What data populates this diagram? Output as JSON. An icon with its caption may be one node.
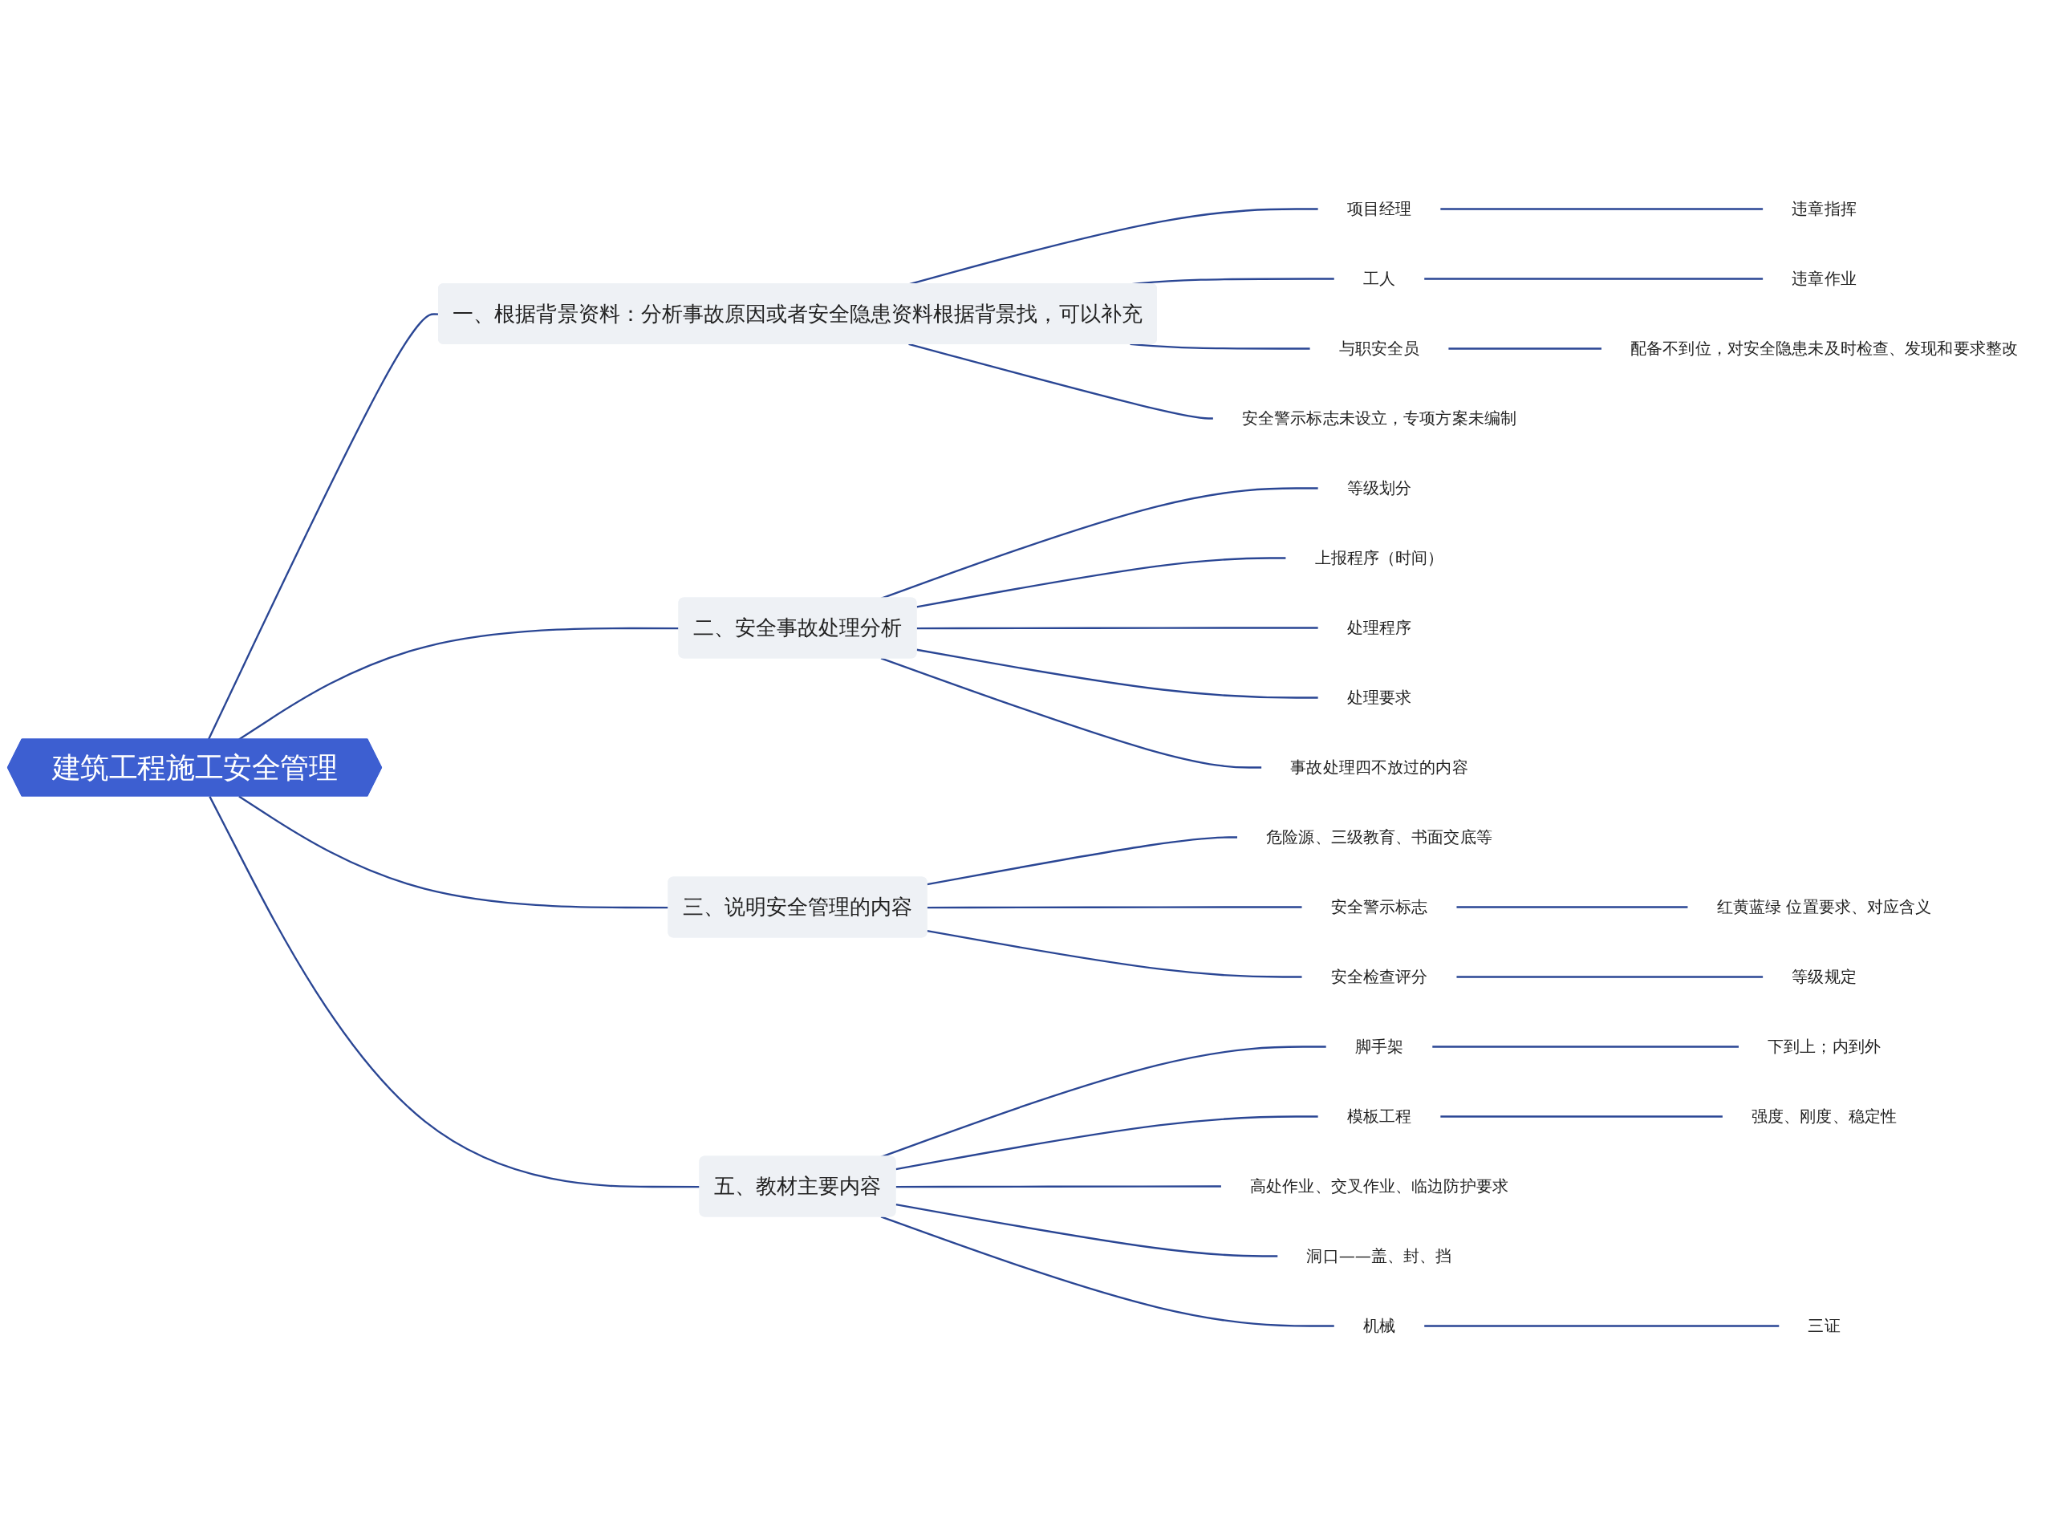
{
  "diagram": {
    "nodes": [
      {
        "text": [
          "建筑工程施工安全管理"
        ]
      },
      {
        "text": [
          "一、根据背景资料：分析事故原因或者安全隐患资料根据背景找，可以补充"
        ]
      },
      {
        "text": [
          "项目经理"
        ]
      },
      {
        "text": [
          "违章指挥"
        ]
      },
      {
        "text": [
          "工人"
        ]
      },
      {
        "text": [
          "违章作业"
        ]
      },
      {
        "text": [
          "与职安全员"
        ]
      },
      {
        "text": [
          "配备不到位，对安全隐患未及时检查、发现和要求整改"
        ]
      },
      {
        "text": [
          "安全警示标志未设立，专项方案未编制"
        ]
      },
      {
        "text": [
          "二、安全事故处理分析"
        ]
      },
      {
        "text": [
          "等级划分"
        ]
      },
      {
        "text": [
          "上报程序（时间）"
        ]
      },
      {
        "text": [
          "处理程序"
        ]
      },
      {
        "text": [
          "处理要求"
        ]
      },
      {
        "text": [
          "事故处理四不放过的内容"
        ]
      },
      {
        "text": [
          "三、说明安全管理的内容"
        ]
      },
      {
        "text": [
          "危险源、三级教育、书面交底等"
        ]
      },
      {
        "text": [
          "安全警示标志"
        ]
      },
      {
        "text": [
          "红黄蓝绿 位置要求、对应含义"
        ]
      },
      {
        "text": [
          "安全检查评分"
        ]
      },
      {
        "text": [
          "等级规定"
        ]
      },
      {
        "text": [
          "五、教材主要内容"
        ]
      },
      {
        "text": [
          "脚手架"
        ]
      },
      {
        "text": [
          "下到上；内到外"
        ]
      },
      {
        "text": [
          "模板工程"
        ]
      },
      {
        "text": [
          "强度、刚度、稳定性"
        ]
      },
      {
        "text": [
          "高处作业、交叉作业、临边防护要求"
        ]
      },
      {
        "text": [
          "洞口——盖、封、挡"
        ]
      },
      {
        "text": [
          "机械"
        ]
      },
      {
        "text": [
          "三证"
        ]
      }
    ],
    "edges": [
      {
        "from": 0,
        "to": 1,
        "arrow": "none"
      },
      {
        "from": 1,
        "to": 2,
        "arrow": "none"
      },
      {
        "from": 2,
        "to": 3,
        "arrow": "none"
      },
      {
        "from": 1,
        "to": 4,
        "arrow": "none"
      },
      {
        "from": 4,
        "to": 5,
        "arrow": "none"
      },
      {
        "from": 1,
        "to": 6,
        "arrow": "none"
      },
      {
        "from": 6,
        "to": 7,
        "arrow": "none"
      },
      {
        "from": 1,
        "to": 8,
        "arrow": "none"
      },
      {
        "from": 0,
        "to": 9,
        "arrow": "none"
      },
      {
        "from": 9,
        "to": 10,
        "arrow": "none"
      },
      {
        "from": 9,
        "to": 11,
        "arrow": "none"
      },
      {
        "from": 9,
        "to": 12,
        "arrow": "none"
      },
      {
        "from": 9,
        "to": 13,
        "arrow": "none"
      },
      {
        "from": 9,
        "to": 14,
        "arrow": "none"
      },
      {
        "from": 0,
        "to": 15,
        "arrow": "none"
      },
      {
        "from": 15,
        "to": 16,
        "arrow": "none"
      },
      {
        "from": 15,
        "to": 17,
        "arrow": "none"
      },
      {
        "from": 17,
        "to": 18,
        "arrow": "none"
      },
      {
        "from": 15,
        "to": 19,
        "arrow": "none"
      },
      {
        "from": 19,
        "to": 20,
        "arrow": "none"
      },
      {
        "from": 0,
        "to": 21,
        "arrow": "none"
      },
      {
        "from": 21,
        "to": 22,
        "arrow": "none"
      },
      {
        "from": 22,
        "to": 23,
        "arrow": "none"
      },
      {
        "from": 21,
        "to": 24,
        "arrow": "none"
      },
      {
        "from": 24,
        "to": 25,
        "arrow": "none"
      },
      {
        "from": 21,
        "to": 26,
        "arrow": "none"
      },
      {
        "from": 21,
        "to": 27,
        "arrow": "none"
      },
      {
        "from": 21,
        "to": 28,
        "arrow": "none"
      },
      {
        "from": 28,
        "to": 29,
        "arrow": "none"
      }
    ]
  }
}
